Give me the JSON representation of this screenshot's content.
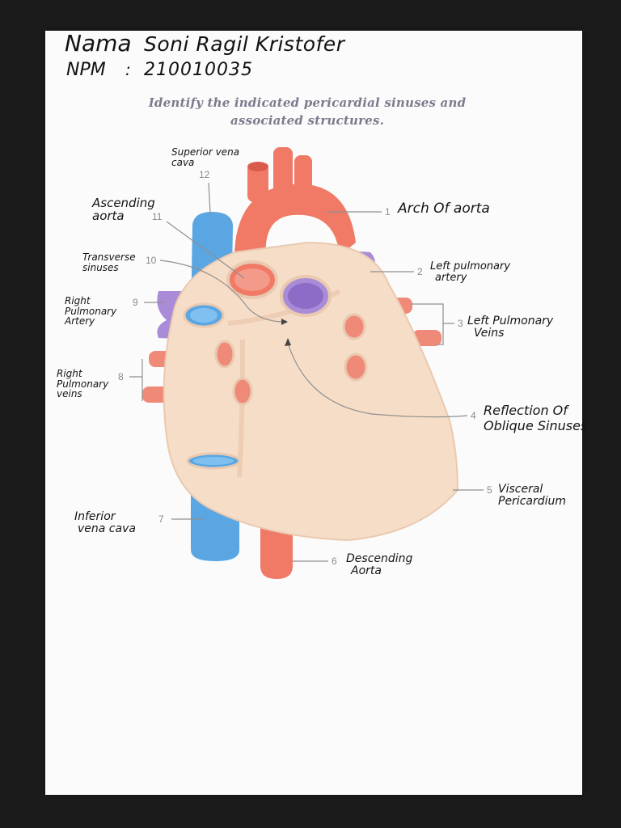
{
  "student": {
    "name_label": "Nama",
    "name_value": "Soni Ragil Kristofer",
    "npm_label": "NPM",
    "npm_value": "210010035",
    "separator": ":"
  },
  "title_line1": "Identify the indicated pericardial sinuses and",
  "title_line2": "associated structures.",
  "labels": [
    {
      "number": "1",
      "text": [
        "Arch Of aorta"
      ]
    },
    {
      "number": "2",
      "text": [
        "Left pulmonary",
        "artery"
      ]
    },
    {
      "number": "3",
      "text": [
        "Left Pulmonary",
        "Veins"
      ]
    },
    {
      "number": "4",
      "text": [
        "Reflection Of",
        "Oblique Sinuses"
      ]
    },
    {
      "number": "5",
      "text": [
        "Visceral",
        "Pericardium"
      ]
    },
    {
      "number": "6",
      "text": [
        "Descending",
        "Aorta"
      ]
    },
    {
      "number": "7",
      "text": [
        "Inferior",
        "vena cava"
      ]
    },
    {
      "number": "8",
      "text": [
        "Right",
        "Pulmonary",
        "veins"
      ]
    },
    {
      "number": "9",
      "text": [
        "Right",
        "Pulmonary",
        "Artery"
      ]
    },
    {
      "number": "10",
      "text": [
        "Transverse",
        "sinuses"
      ]
    },
    {
      "number": "11",
      "text": [
        "Ascending",
        "aorta"
      ]
    },
    {
      "number": "12",
      "text": [
        "Superior vena",
        "cava"
      ]
    }
  ],
  "colors": {
    "aorta": "#f07a66",
    "vena_cava": "#5aa6e3",
    "pulmonary_artery": "#a98bd8",
    "pulmonary_vein": "#f08a78",
    "pericardium": "#f6ddc7",
    "title": "#7c7a8c"
  }
}
